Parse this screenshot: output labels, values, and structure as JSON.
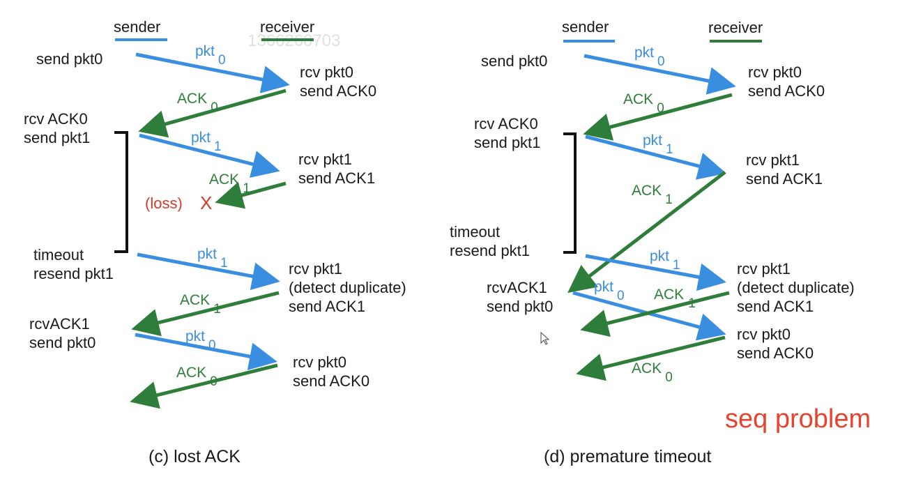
{
  "colors": {
    "sender": "#3a8ee0",
    "receiver": "#2e7d3a",
    "loss": "#d23b2a",
    "note": "#e8432e"
  },
  "watermark": "1366260703",
  "note": "seq problem",
  "panel_c": {
    "caption": "(c) lost ACK",
    "legend_sender": "sender",
    "legend_receiver": "receiver",
    "s_send_pkt0": "send pkt0",
    "s_rcv_ack0": "rcv ACK0",
    "s_send_pkt1": "send pkt1",
    "s_timeout": "timeout",
    "s_resend_pkt1": "resend pkt1",
    "s_rcvack1": "rcvACK1",
    "s_send_pkt0_b": "send pkt0",
    "r_rcv_pkt0": "rcv pkt0",
    "r_send_ack0": "send ACK0",
    "r_rcv_pkt1": "rcv pkt1",
    "r_send_ack1": "send ACK1",
    "r_rcv_pkt1_b": "rcv pkt1",
    "r_detect": "(detect duplicate)",
    "r_send_ack1_b": "send ACK1",
    "r_rcv_pkt0_b": "rcv pkt0",
    "r_send_ack0_b": "send ACK0",
    "loss_label": "(loss)",
    "loss_mark": "X",
    "m_pkt0": {
      "word": "pkt",
      "num": "0"
    },
    "m_ack0": {
      "word": "ACK",
      "num": "0"
    },
    "m_pkt1": {
      "word": "pkt",
      "num": "1"
    },
    "m_ack1": {
      "word": "ACK",
      "num": "1"
    },
    "m_pkt1_b": {
      "word": "pkt",
      "num": "1"
    },
    "m_ack1_b": {
      "word": "ACK",
      "num": "1"
    },
    "m_pkt0_b": {
      "word": "pkt",
      "num": "0"
    },
    "m_ack0_b": {
      "word": "ACK",
      "num": "0"
    }
  },
  "panel_d": {
    "caption": "(d) premature timeout",
    "legend_sender": "sender",
    "legend_receiver": "receiver",
    "s_send_pkt0": "send pkt0",
    "s_rcv_ack0": "rcv ACK0",
    "s_send_pkt1": "send pkt1",
    "s_timeout": "timeout",
    "s_resend_pkt1": "resend pkt1",
    "s_rcvack1": "rcvACK1",
    "s_send_pkt0_b": "send pkt0",
    "r_rcv_pkt0": "rcv pkt0",
    "r_send_ack0": "send ACK0",
    "r_rcv_pkt1": "rcv pkt1",
    "r_send_ack1": "send ACK1",
    "r_rcv_pkt1_b": "rcv pkt1",
    "r_detect": "(detect duplicate)",
    "r_send_ack1_b": "send ACK1",
    "r_rcv_pkt0_b": "rcv pkt0",
    "r_send_ack0_b": "send ACK0",
    "m_pkt0": {
      "word": "pkt",
      "num": "0"
    },
    "m_ack0": {
      "word": "ACK",
      "num": "0"
    },
    "m_pkt1": {
      "word": "pkt",
      "num": "1"
    },
    "m_ack1": {
      "word": "ACK",
      "num": "1"
    },
    "m_pkt1_b": {
      "word": "pkt",
      "num": "1"
    },
    "m_ack1_b": {
      "word": "ACK",
      "num": "1"
    },
    "m_pkt0_b": {
      "word": "pkt",
      "num": "0"
    },
    "m_ack0_b": {
      "word": "ACK",
      "num": "0"
    }
  }
}
